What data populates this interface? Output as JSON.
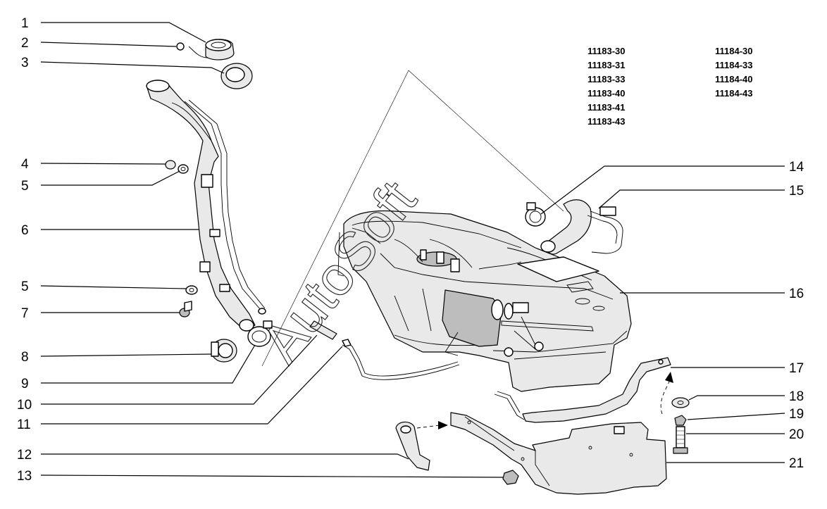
{
  "callouts": [
    {
      "label": "1"
    },
    {
      "label": "2"
    },
    {
      "label": "3"
    },
    {
      "label": "4"
    },
    {
      "label": "5"
    },
    {
      "label": "6"
    },
    {
      "label": "5"
    },
    {
      "label": "7"
    },
    {
      "label": "8"
    },
    {
      "label": "9"
    },
    {
      "label": "10"
    },
    {
      "label": "11"
    },
    {
      "label": "12"
    },
    {
      "label": "13"
    },
    {
      "label": "14"
    },
    {
      "label": "15"
    },
    {
      "label": "16"
    },
    {
      "label": "17"
    },
    {
      "label": "18"
    },
    {
      "label": "19"
    },
    {
      "label": "20"
    },
    {
      "label": "21"
    }
  ],
  "model_codes": {
    "column_1": [
      "11183-30",
      "11183-31",
      "11183-33",
      "11183-40",
      "11183-41",
      "11183-43"
    ],
    "column_2": [
      "11184-30",
      "11184-33",
      "11184-40",
      "11184-43"
    ]
  },
  "watermark": "AutoSoft"
}
